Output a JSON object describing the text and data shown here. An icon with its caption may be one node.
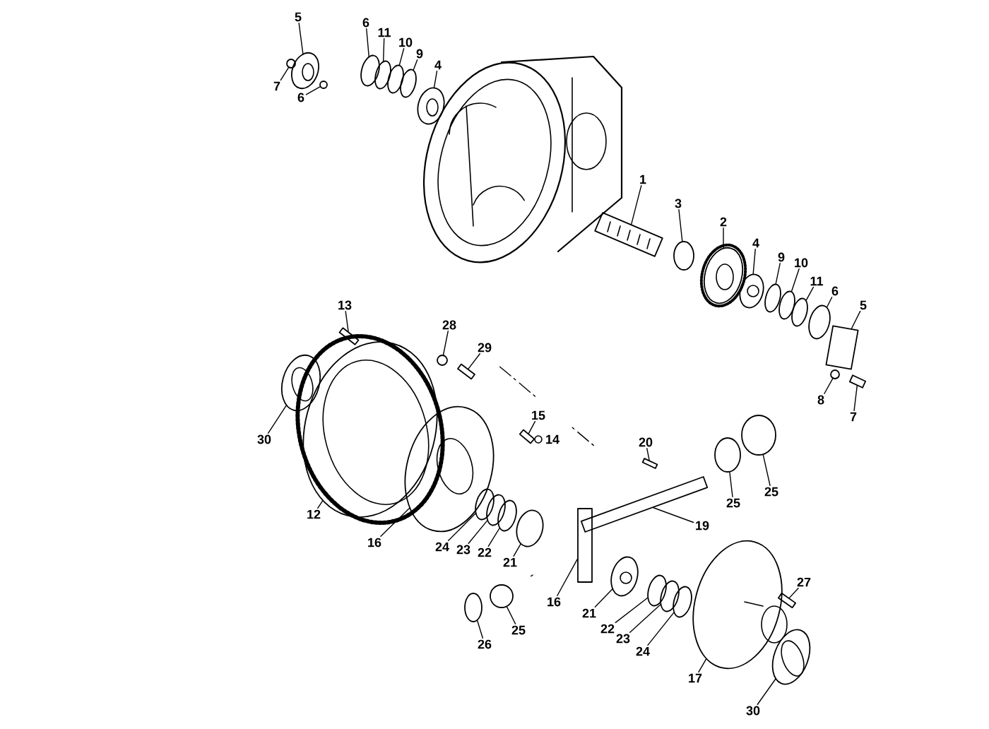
{
  "diagram": {
    "nodes": [
      {
        "text": [
          "5"
        ]
      },
      {
        "text": [
          "6"
        ]
      },
      {
        "text": [
          "11"
        ]
      },
      {
        "text": [
          "10"
        ]
      },
      {
        "text": [
          "9"
        ]
      },
      {
        "text": [
          "4"
        ]
      },
      {
        "text": [
          "7"
        ]
      },
      {
        "text": [
          "6"
        ]
      },
      {
        "text": [
          "1"
        ]
      },
      {
        "text": [
          "3"
        ]
      },
      {
        "text": [
          "2"
        ]
      },
      {
        "text": [
          "4"
        ]
      },
      {
        "text": [
          "9"
        ]
      },
      {
        "text": [
          "10"
        ]
      },
      {
        "text": [
          "11"
        ]
      },
      {
        "text": [
          "6"
        ]
      },
      {
        "text": [
          "5"
        ]
      },
      {
        "text": [
          "8"
        ]
      },
      {
        "text": [
          "7"
        ]
      },
      {
        "text": [
          "13"
        ]
      },
      {
        "text": [
          "28"
        ]
      },
      {
        "text": [
          "29"
        ]
      },
      {
        "text": [
          "15"
        ]
      },
      {
        "text": [
          "14"
        ]
      },
      {
        "text": [
          "20"
        ]
      },
      {
        "text": [
          "30"
        ]
      },
      {
        "text": [
          "12"
        ]
      },
      {
        "text": [
          "16"
        ]
      },
      {
        "text": [
          "25"
        ]
      },
      {
        "text": [
          "25"
        ]
      },
      {
        "text": [
          "19"
        ]
      },
      {
        "text": [
          "24"
        ]
      },
      {
        "text": [
          "23"
        ]
      },
      {
        "text": [
          "22"
        ]
      },
      {
        "text": [
          "21"
        ]
      },
      {
        "text": [
          "27"
        ]
      },
      {
        "text": [
          "16"
        ]
      },
      {
        "text": [
          "21"
        ]
      },
      {
        "text": [
          "22"
        ]
      },
      {
        "text": [
          "23"
        ]
      },
      {
        "text": [
          "24"
        ]
      },
      {
        "text": [
          "25"
        ]
      },
      {
        "text": [
          "26"
        ]
      },
      {
        "text": [
          "17"
        ]
      },
      {
        "text": [
          "30"
        ]
      },
      {
        "text": [],
        "shape": "circle"
      },
      {
        "text": [],
        "shape": "circle"
      },
      {
        "text": [],
        "shape": "circle"
      },
      {
        "text": [],
        "shape": "circle"
      },
      {
        "text": [],
        "shape": "circle"
      },
      {
        "text": [],
        "shape": "circle"
      },
      {
        "text": [],
        "shape": "circle"
      },
      {
        "text": [],
        "shape": "circle"
      },
      {
        "text": [],
        "shape": "box"
      },
      {
        "text": [],
        "shape": "circle"
      },
      {
        "text": [],
        "shape": "circle"
      },
      {
        "text": [],
        "shape": "circle"
      },
      {
        "text": [],
        "shape": "circle"
      },
      {
        "text": [],
        "shape": "circle"
      },
      {
        "text": [],
        "shape": "circle"
      },
      {
        "text": [],
        "shape": "circle"
      },
      {
        "text": [],
        "shape": "box"
      },
      {
        "text": [],
        "shape": "circle"
      },
      {
        "text": [],
        "shape": "box"
      },
      {
        "text": [],
        "shape": "box"
      },
      {
        "text": [],
        "shape": "circle"
      },
      {
        "text": [],
        "shape": "box"
      },
      {
        "text": [],
        "shape": "box"
      },
      {
        "text": [],
        "shape": "box"
      },
      {
        "text": [],
        "shape": "circle"
      },
      {
        "text": [],
        "shape": "circle"
      },
      {
        "text": [],
        "shape": "circle"
      },
      {
        "text": [],
        "shape": "circle"
      },
      {
        "text": [],
        "shape": "circle"
      },
      {
        "text": [],
        "shape": "box"
      },
      {
        "text": [],
        "shape": "circle"
      },
      {
        "text": [],
        "shape": "circle"
      },
      {
        "text": [],
        "shape": "circle"
      },
      {
        "text": [],
        "shape": "circle"
      },
      {
        "text": [],
        "shape": "box"
      },
      {
        "text": [],
        "shape": "box"
      },
      {
        "text": [],
        "shape": "circle"
      },
      {
        "text": [],
        "shape": "circle"
      },
      {
        "text": [],
        "shape": "circle"
      },
      {
        "text": [],
        "shape": "circle"
      },
      {
        "text": [],
        "shape": "circle"
      },
      {
        "text": [],
        "shape": "circle"
      },
      {
        "text": [],
        "shape": "circle"
      },
      {
        "text": [],
        "shape": "circle"
      }
    ],
    "edges": [
      {
        "from": 0,
        "to": 45,
        "arrow": "none"
      },
      {
        "from": 1,
        "to": 46,
        "arrow": "none"
      },
      {
        "from": 2,
        "to": 47,
        "arrow": "none"
      },
      {
        "from": 3,
        "to": 48,
        "arrow": "none"
      },
      {
        "from": 4,
        "to": 49,
        "arrow": "none"
      },
      {
        "from": 5,
        "to": 50,
        "arrow": "none"
      },
      {
        "from": 6,
        "to": 51,
        "arrow": "none"
      },
      {
        "from": 7,
        "to": 52,
        "arrow": "none"
      },
      {
        "from": 8,
        "to": 53,
        "arrow": "none"
      },
      {
        "from": 9,
        "to": 54,
        "arrow": "none"
      },
      {
        "from": 10,
        "to": 55,
        "arrow": "none"
      },
      {
        "from": 11,
        "to": 56,
        "arrow": "none"
      },
      {
        "from": 12,
        "to": 57,
        "arrow": "none"
      },
      {
        "from": 13,
        "to": 58,
        "arrow": "none"
      },
      {
        "from": 14,
        "to": 59,
        "arrow": "none"
      },
      {
        "from": 15,
        "to": 60,
        "arrow": "none"
      },
      {
        "from": 16,
        "to": 61,
        "arrow": "none"
      },
      {
        "from": 17,
        "to": 62,
        "arrow": "none"
      },
      {
        "from": 18,
        "to": 63,
        "arrow": "none"
      },
      {
        "from": 19,
        "to": 64,
        "arrow": "none"
      },
      {
        "from": 20,
        "to": 65,
        "arrow": "none"
      },
      {
        "from": 21,
        "to": 66,
        "arrow": "none"
      },
      {
        "from": 22,
        "to": 67,
        "arrow": "none"
      },
      {
        "from": 24,
        "to": 68,
        "arrow": "none"
      },
      {
        "from": 25,
        "to": 69,
        "arrow": "none"
      },
      {
        "from": 26,
        "to": 70,
        "arrow": "none"
      },
      {
        "from": 27,
        "to": 71,
        "arrow": "none"
      },
      {
        "from": 28,
        "to": 72,
        "arrow": "none"
      },
      {
        "from": 29,
        "to": 73,
        "arrow": "none"
      },
      {
        "from": 30,
        "to": 74,
        "arrow": "none"
      },
      {
        "from": 31,
        "to": 75,
        "arrow": "none"
      },
      {
        "from": 32,
        "to": 76,
        "arrow": "none"
      },
      {
        "from": 33,
        "to": 77,
        "arrow": "none"
      },
      {
        "from": 34,
        "to": 78,
        "arrow": "none"
      },
      {
        "from": 35,
        "to": 79,
        "arrow": "none"
      },
      {
        "from": 36,
        "to": 80,
        "arrow": "none"
      },
      {
        "from": 37,
        "to": 81,
        "arrow": "none"
      },
      {
        "from": 38,
        "to": 82,
        "arrow": "none"
      },
      {
        "from": 39,
        "to": 83,
        "arrow": "none"
      },
      {
        "from": 40,
        "to": 84,
        "arrow": "none"
      },
      {
        "from": 41,
        "to": 85,
        "arrow": "none"
      },
      {
        "from": 42,
        "to": 86,
        "arrow": "none"
      },
      {
        "from": 43,
        "to": 87,
        "arrow": "none"
      },
      {
        "from": 44,
        "to": 88,
        "arrow": "none"
      }
    ]
  }
}
